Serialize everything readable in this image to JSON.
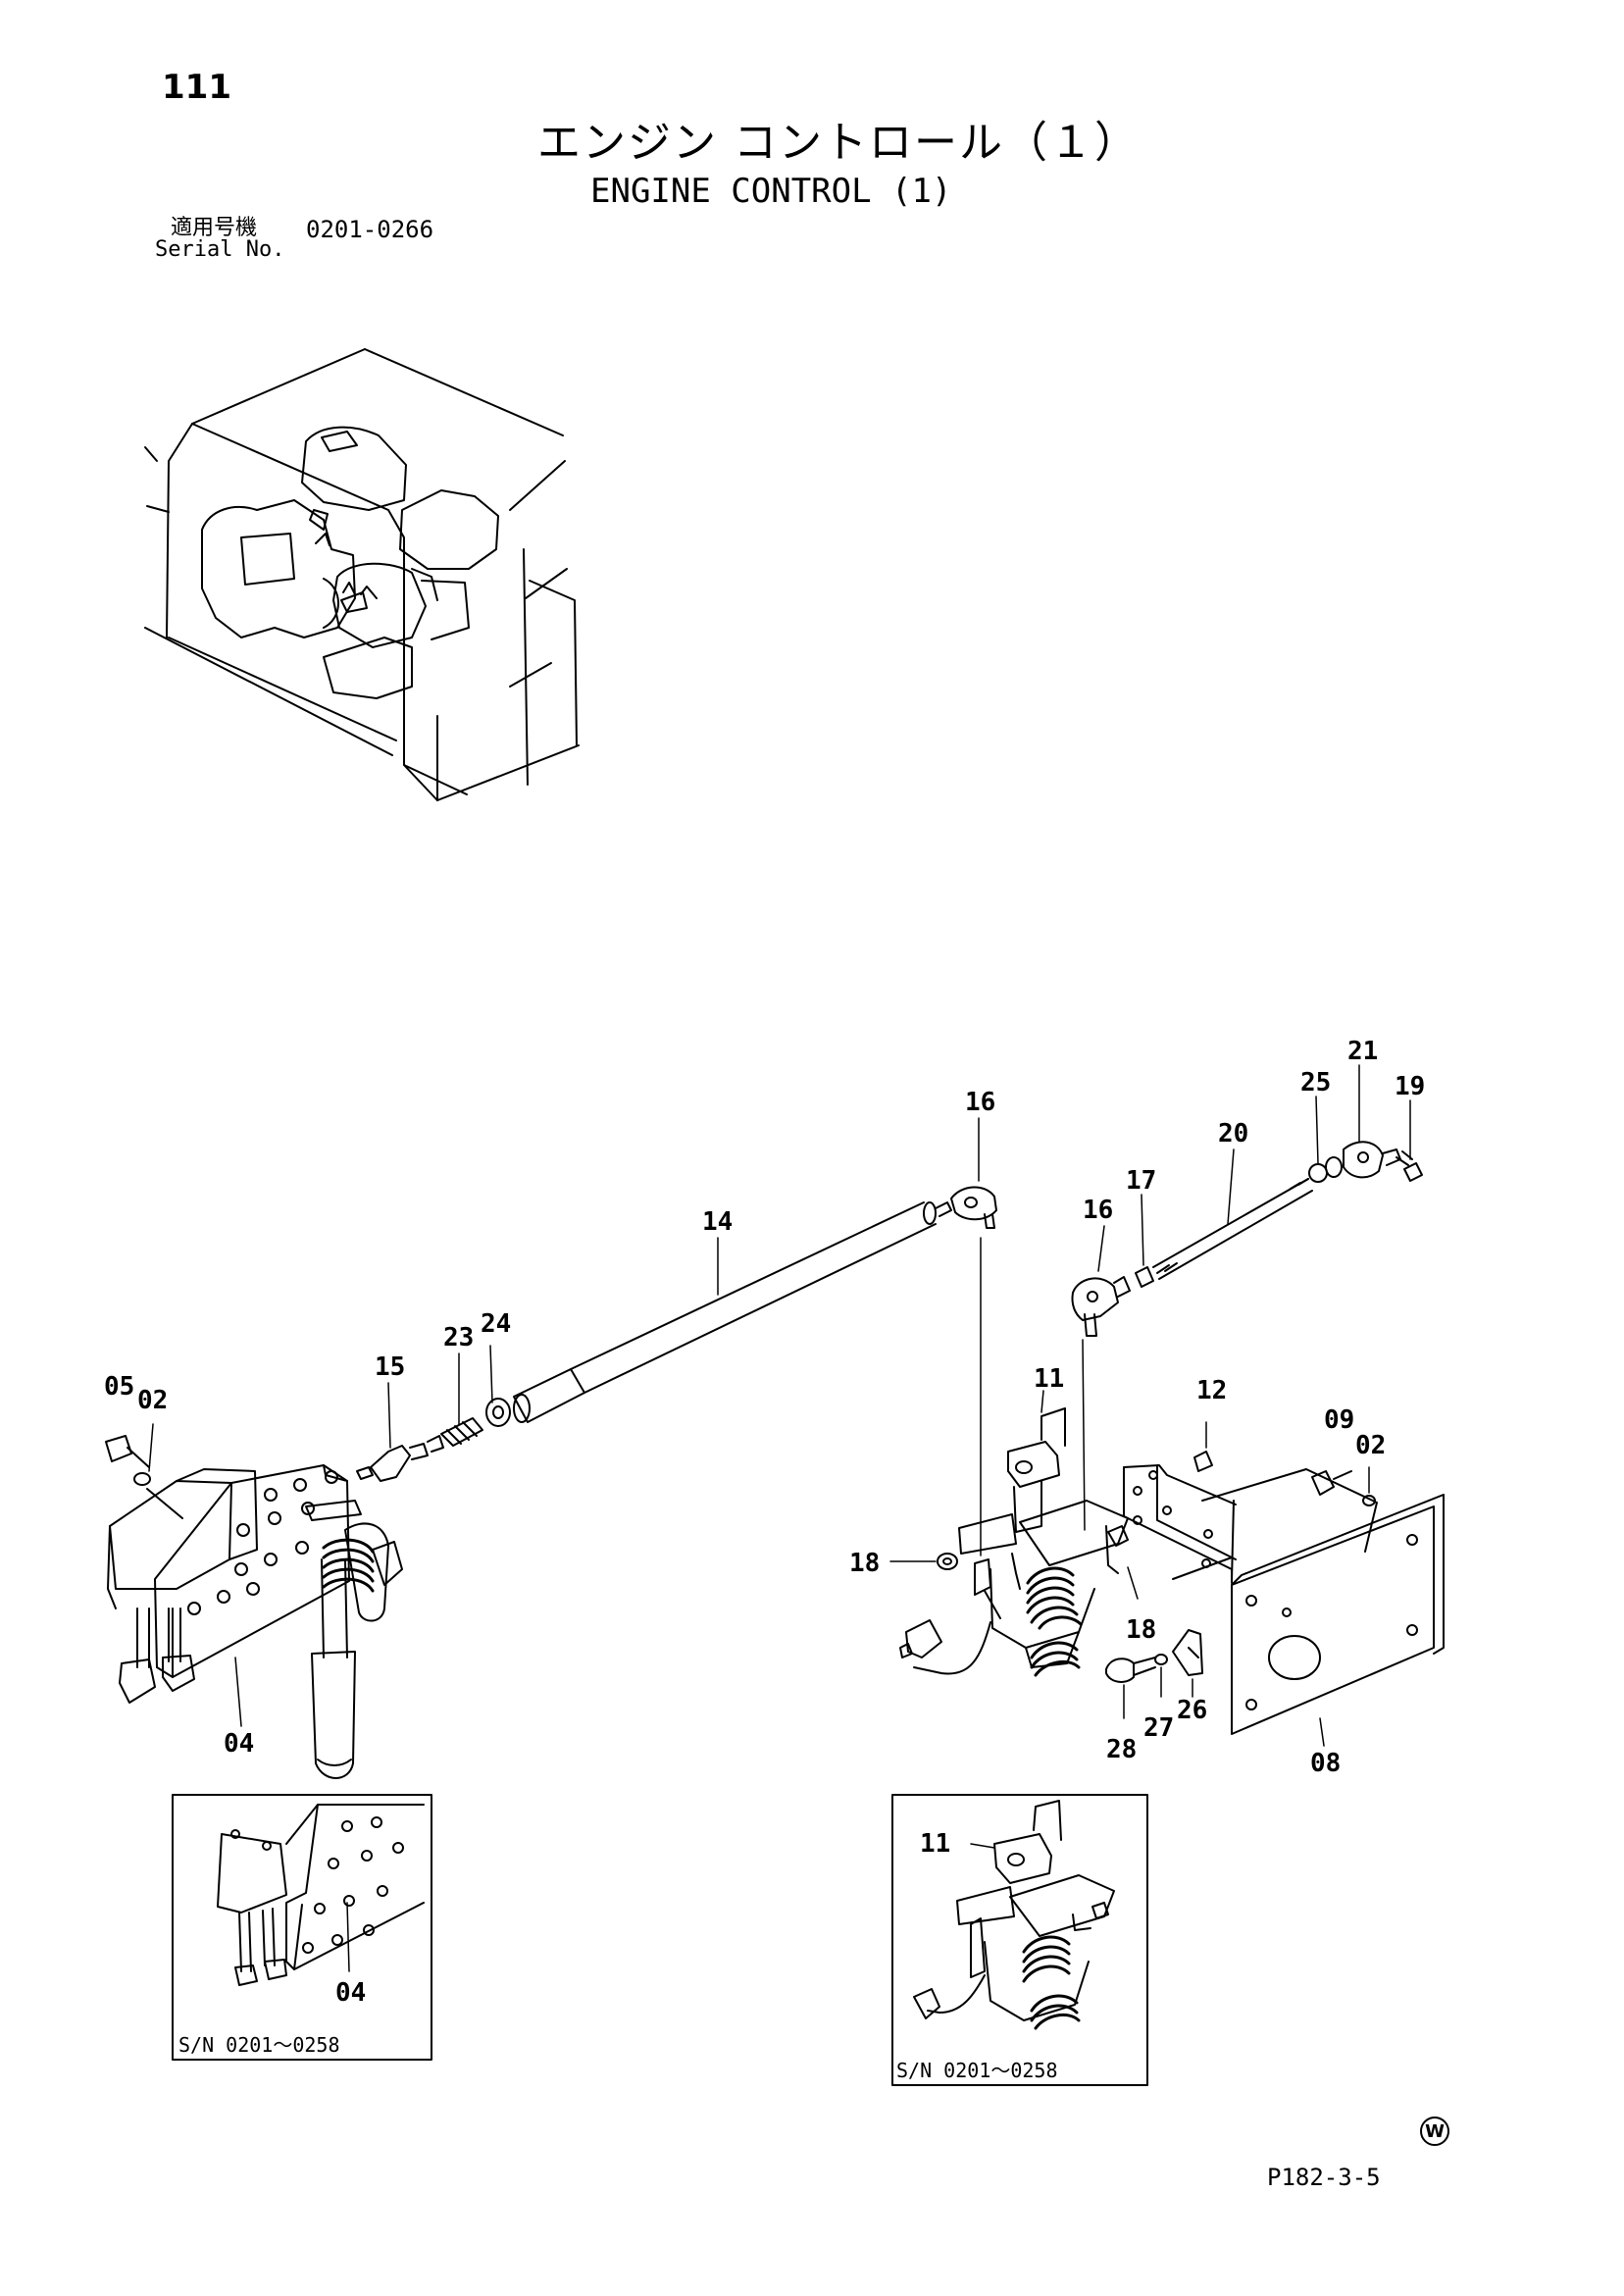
{
  "header": {
    "page_number": "111",
    "title_jp": "エンジン コントロール（１）",
    "title_en": "ENGINE CONTROL (1)",
    "serial_label_jp": "適用号機",
    "serial_label_en": "Serial No.",
    "serial_range": "0201-0266"
  },
  "callouts": {
    "c16a": "16",
    "c16b": "16",
    "c21": "21",
    "c19": "19",
    "c25": "25",
    "c20": "20",
    "c17": "17",
    "c14": "14",
    "c23": "23",
    "c24": "24",
    "c15": "15",
    "c05": "05",
    "c02a": "02",
    "c04": "04",
    "c11": "11",
    "c12": "12",
    "c09": "09",
    "c02b": "02",
    "c18a": "18",
    "c18b": "18",
    "c26": "26",
    "c27": "27",
    "c28": "28",
    "c08": "08"
  },
  "inset_left": {
    "callout": "04",
    "serial_note": "S/N  0201～0258"
  },
  "inset_right": {
    "callout": "11",
    "serial_note": "S/N  0201～0258"
  },
  "footer": {
    "page_code": "P182-3-5",
    "mark": "W"
  }
}
